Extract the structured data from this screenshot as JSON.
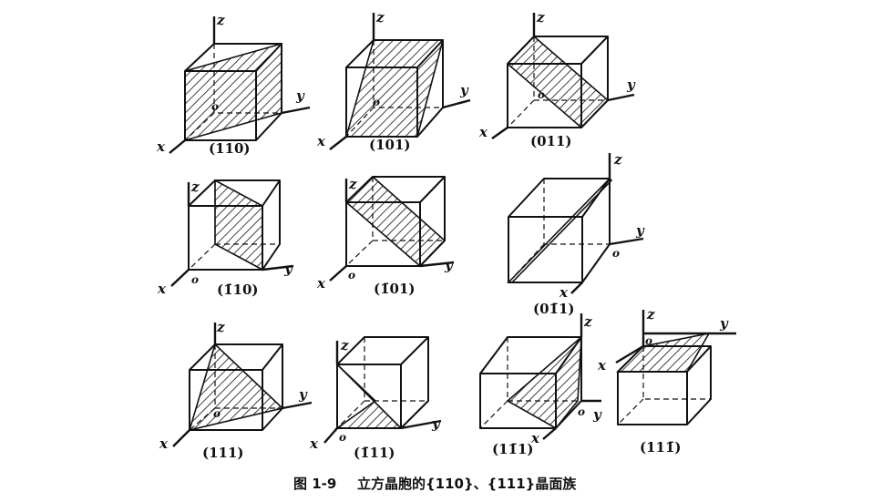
{
  "figure": {
    "caption_number": "图 1-9",
    "caption_text": "立方晶胞的{110}、{111}晶面族"
  },
  "axis_labels": {
    "x": "x",
    "y": "y",
    "z": "z",
    "origin": "o"
  },
  "panels": [
    {
      "label": "(110)"
    },
    {
      "label": "(101)"
    },
    {
      "label": "(011)"
    },
    {
      "label": "(1̄10)"
    },
    {
      "label": "(1̄01)"
    },
    {
      "label": "(01̄1)"
    },
    {
      "label": "(111)"
    },
    {
      "label": "(1̄11)"
    },
    {
      "label": "(11̄1)"
    },
    {
      "label": "(111̄)"
    }
  ]
}
